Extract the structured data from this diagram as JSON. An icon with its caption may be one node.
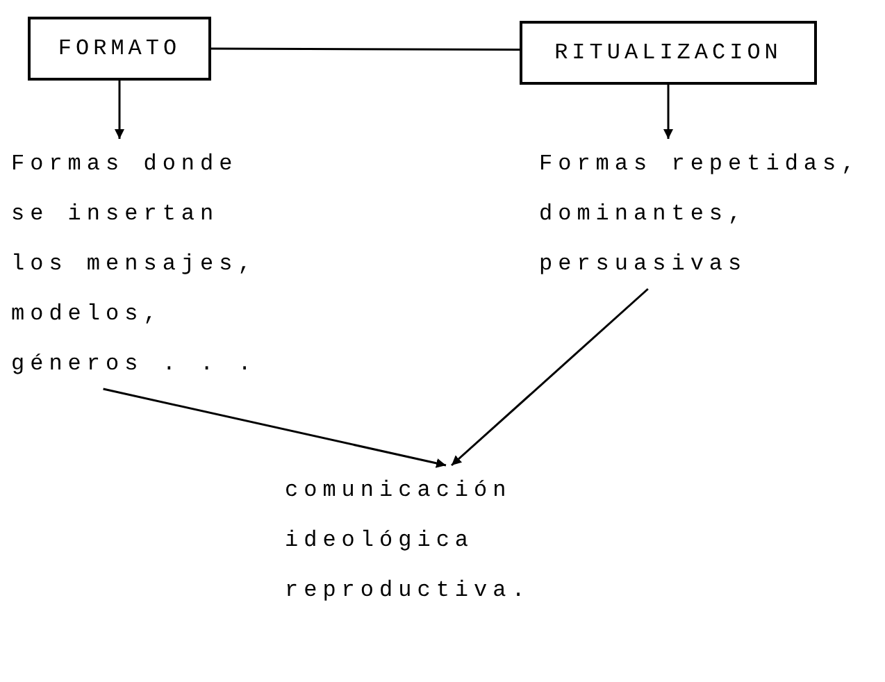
{
  "diagram": {
    "nodes": [
      {
        "text": [
          "FORMATO"
        ]
      },
      {
        "text": [
          "RITUALIZACION"
        ]
      },
      {
        "text": [
          "Formas donde se insertan los mensajes, modelos, géneros . . ."
        ]
      },
      {
        "text": [
          "Formas repetidas, dominantes, persuasivas"
        ]
      },
      {
        "text": [
          "comunicación ideológica reproductiva."
        ]
      }
    ],
    "edges": [
      {
        "from": 0,
        "to": 1,
        "arrow": "none"
      },
      {
        "from": 0,
        "to": 2,
        "arrow": "to"
      },
      {
        "from": 1,
        "to": 3,
        "arrow": "to"
      },
      {
        "from": 2,
        "to": 4,
        "arrow": "to"
      },
      {
        "from": 3,
        "to": 4,
        "arrow": "to"
      }
    ]
  }
}
